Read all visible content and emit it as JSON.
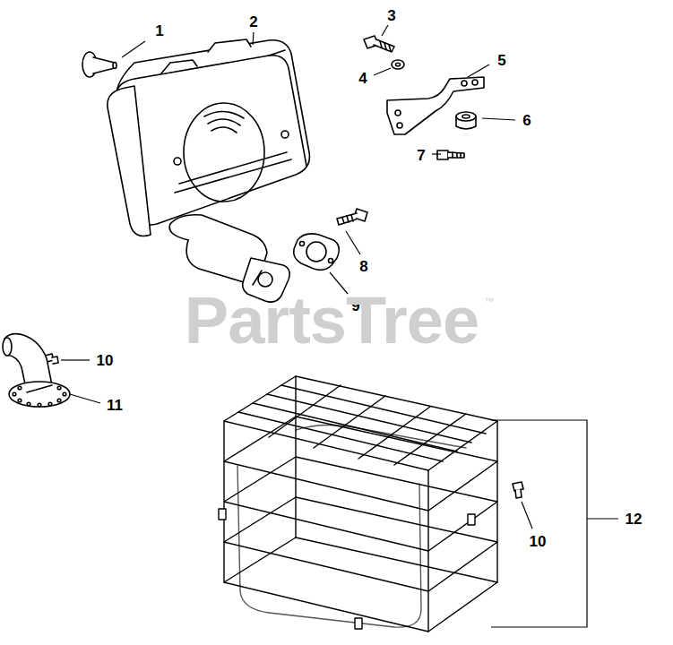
{
  "diagram": {
    "labels": [
      "1",
      "2",
      "3",
      "4",
      "5",
      "6",
      "7",
      "8",
      "9",
      "10",
      "11",
      "10",
      "12",
      "PartsTree",
      "™"
    ]
  }
}
